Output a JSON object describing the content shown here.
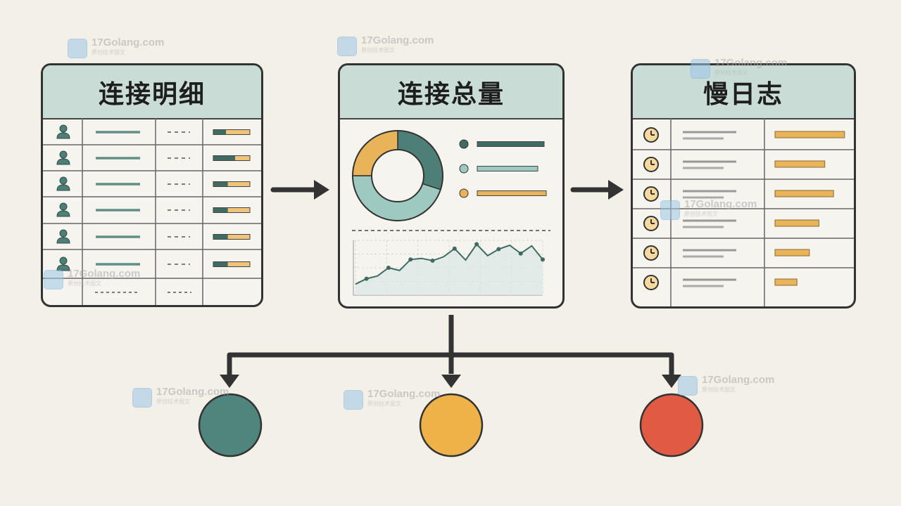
{
  "panels": {
    "details": {
      "title": "连接明细"
    },
    "total": {
      "title": "连接总量"
    },
    "slow": {
      "title": "慢日志"
    }
  },
  "donut": {
    "segments": [
      {
        "value": 30,
        "color": "#4e7f76"
      },
      {
        "value": 45,
        "color": "#9ec9c1"
      },
      {
        "value": 25,
        "color": "#e9b35a"
      }
    ]
  },
  "legend_colors": [
    "#3f6b62",
    "#9ec9c1",
    "#e9b35a"
  ],
  "trend": {
    "values": [
      2,
      3,
      3.5,
      5,
      4.5,
      6.5,
      6.7,
      6.3,
      7,
      8.5,
      6.4,
      9.3,
      7.2,
      8.4,
      9.1,
      7.6,
      9,
      6.5
    ]
  },
  "detail_rows": {
    "fill": [
      0.35,
      0.6,
      0.4,
      0.4,
      0.4,
      0.4
    ]
  },
  "slow_rows": {
    "fill": [
      0.95,
      0.68,
      0.8,
      0.6,
      0.47,
      0.3
    ]
  },
  "circles": [
    {
      "color": "#4f857c"
    },
    {
      "color": "#eeb249"
    },
    {
      "color": "#e05a44"
    }
  ],
  "watermark": {
    "domain": "17Golang.com",
    "tagline": "原创技术图文"
  },
  "colors": {
    "ink": "#333333",
    "header": "#c9ddd6",
    "teal_dark": "#3f6b62",
    "teal_light": "#9ec9c1",
    "amber": "#e9b35a",
    "red": "#e05a44"
  }
}
